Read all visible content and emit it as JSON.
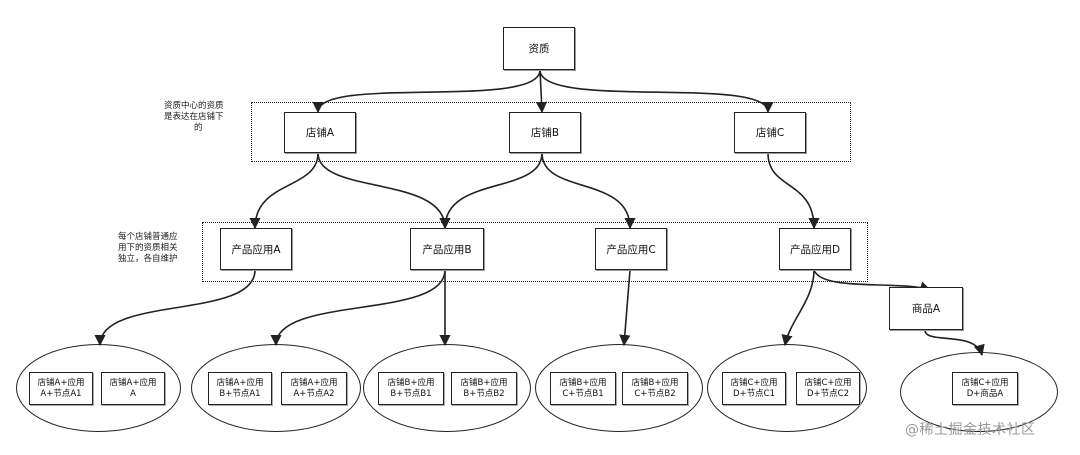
{
  "root": "资质",
  "stores": [
    "店铺A",
    "店铺B",
    "店铺C"
  ],
  "products": [
    "产品应用A",
    "产品应用B",
    "产品应用C",
    "产品应用D"
  ],
  "goods": "商品A",
  "notes": {
    "stores_note": [
      "资质中心的资质",
      "是表达在店铺下",
      "的"
    ],
    "products_note": [
      "每个店铺普通应",
      "用下的资质相关",
      "独立，各自维护"
    ]
  },
  "groups": [
    [
      "店铺A+应用\nA+节点A1",
      "店铺A+应用\nA"
    ],
    [
      "店铺A+应用\nB+节点A1",
      "店铺A+应用\nA+节点A2"
    ],
    [
      "店铺B+应用\nB+节点B1",
      "店铺B+应用\nB+节点B2"
    ],
    [
      "店铺B+应用\nC+节点B1",
      "店铺B+应用\nC+节点B2"
    ],
    [
      "店铺C+应用\nD+节点C1",
      "店铺C+应用\nD+节点C2"
    ],
    [
      "店铺C+应用\nD+商品A"
    ]
  ],
  "watermark": "@稀土掘金技术社区"
}
